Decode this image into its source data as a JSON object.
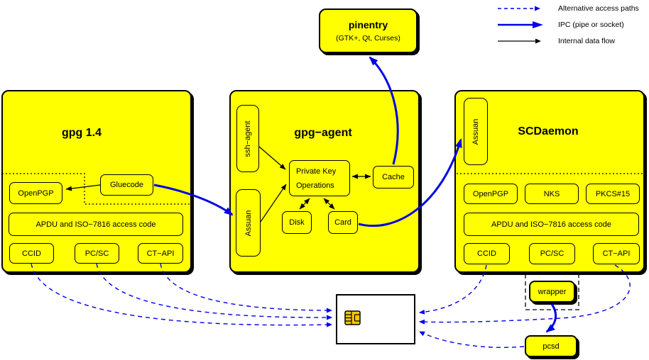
{
  "colors": {
    "yellow": "#FFFF00",
    "blue": "#0000E8",
    "black": "#000000",
    "white": "#FFFFFF",
    "chip": "#F7C800"
  },
  "legend": {
    "items": [
      {
        "label": "Alternative access paths",
        "style": "dashed-blue-arrow"
      },
      {
        "label": "IPC (pipe or socket)",
        "style": "thick-blue-arrow"
      },
      {
        "label": "Internal data flow",
        "style": "thin-black-arrow"
      }
    ]
  },
  "pinentry": {
    "title": "pinentry",
    "subtitle": "(GTK+, Qt, Curses)"
  },
  "gpg14": {
    "title": "gpg 1.4",
    "gluecode": "Gluecode",
    "openpgp": "OpenPGP",
    "apdu": "APDU and ISO−7816 access code",
    "ccid": "CCID",
    "pcsc": "PC/SC",
    "ctapi": "CT−API"
  },
  "gpgagent": {
    "title": "gpg−agent",
    "ssh_agent": "ssh−agent",
    "assuan": "Assuan",
    "private_key_line1": "Private Key",
    "private_key_line2": "Operations",
    "cache": "Cache",
    "disk": "Disk",
    "card": "Card"
  },
  "scdaemon": {
    "title": "SCDaemon",
    "assuan": "Assuan",
    "openpgp": "OpenPGP",
    "nks": "NKS",
    "pkcs15": "PKCS#15",
    "apdu": "APDU and ISO−7816 access code",
    "ccid": "CCID",
    "pcsc": "PC/SC",
    "ctapi": "CT−API"
  },
  "external": {
    "wrapper": "wrapper",
    "pcsd": "pcsd"
  }
}
